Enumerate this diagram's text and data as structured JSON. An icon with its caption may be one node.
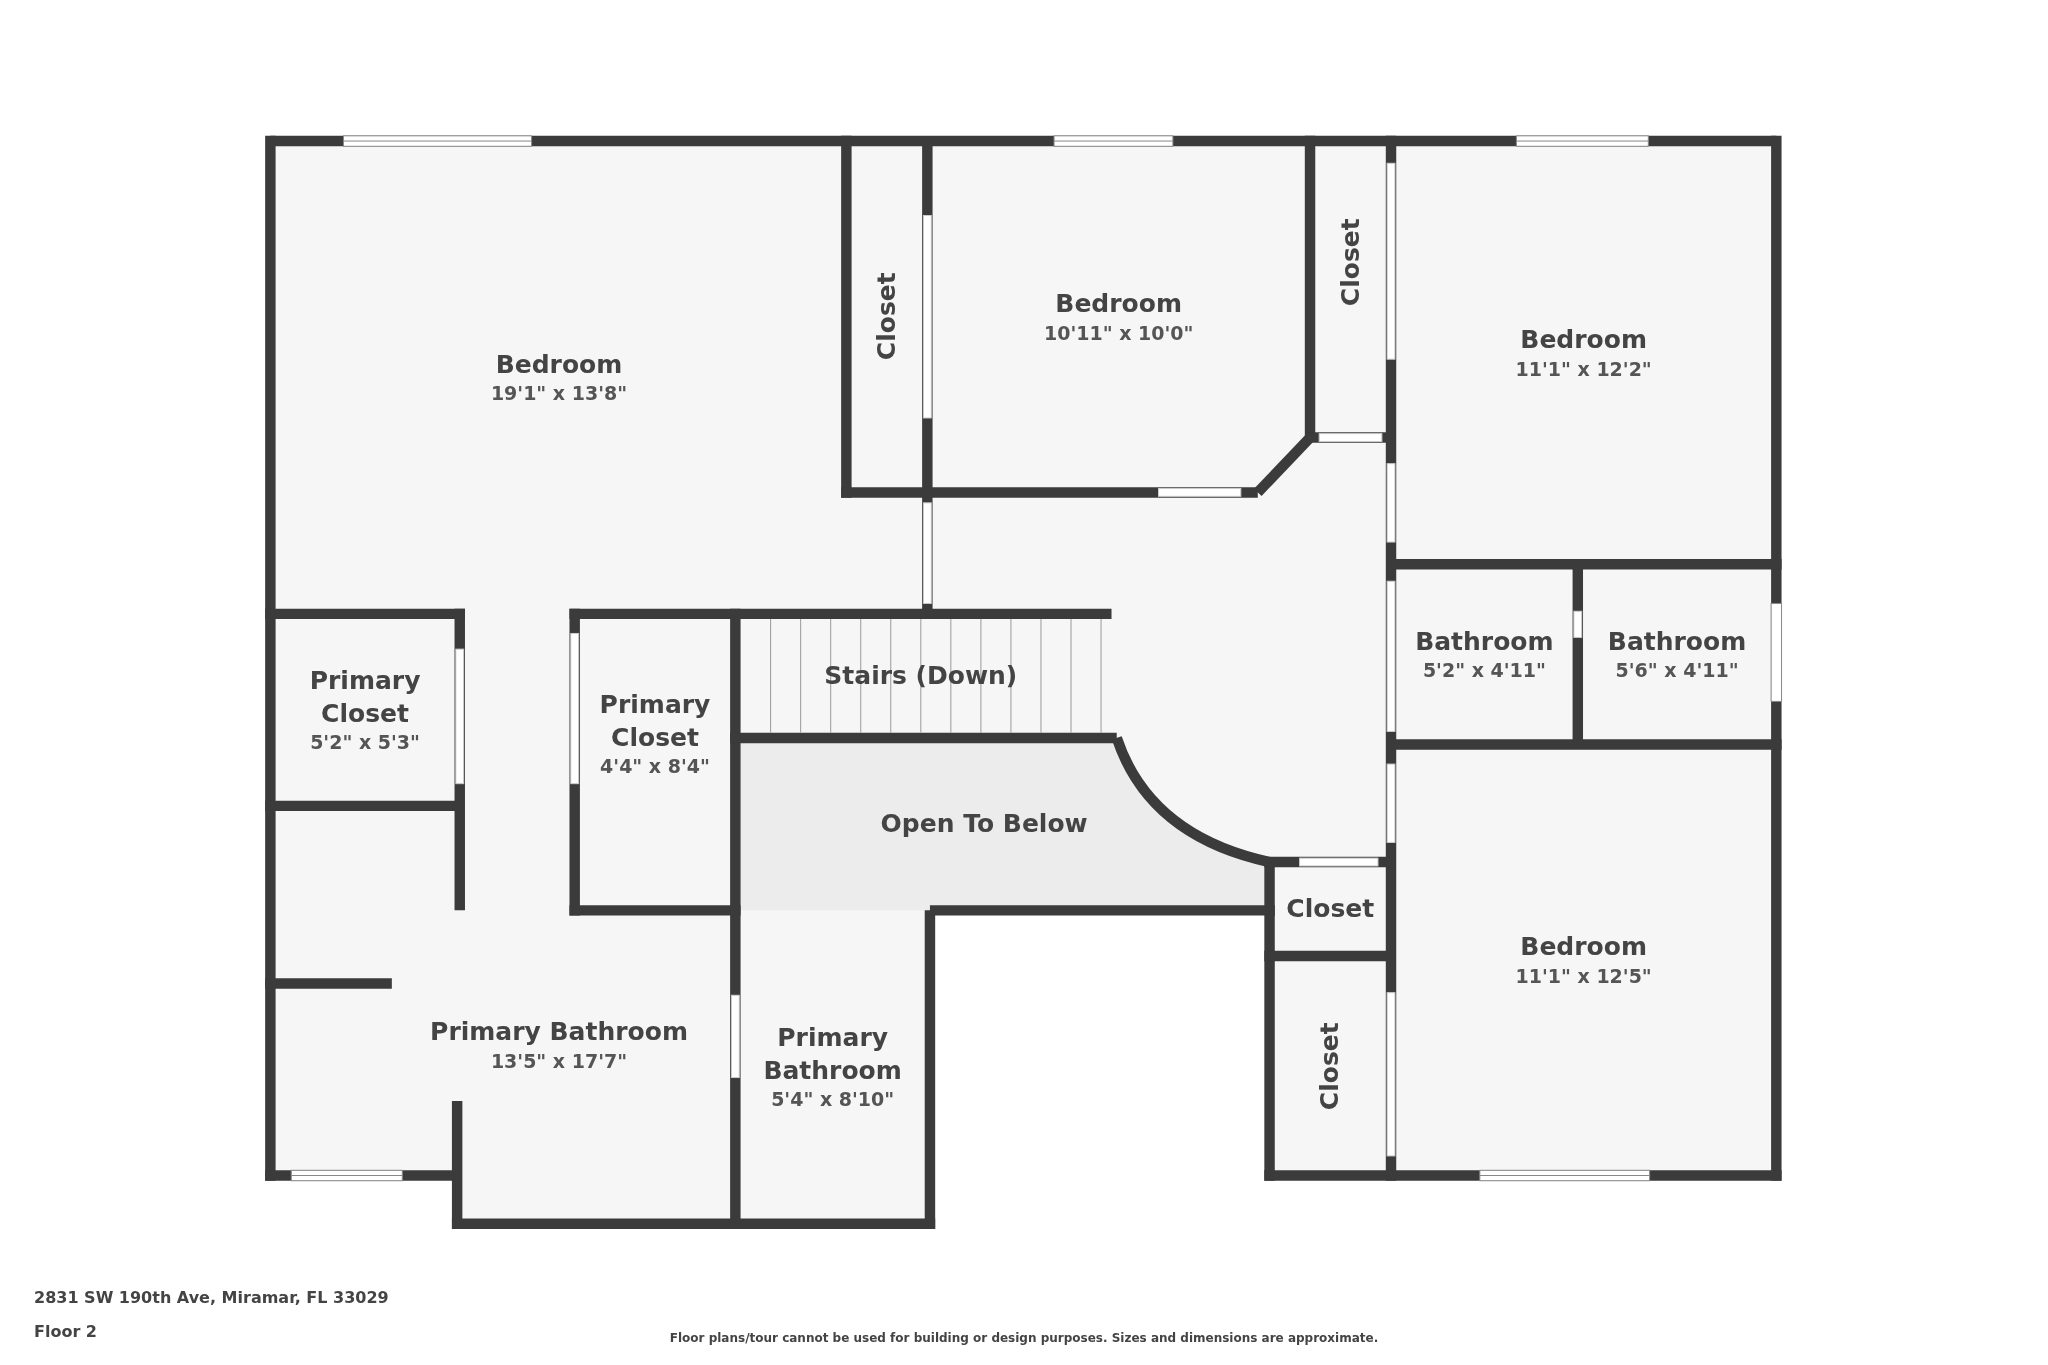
{
  "diagram": {
    "nodes": [
      {
        "text": [
          "Bedroom",
          "19'1\" x 13'8\""
        ]
      },
      {
        "text": [
          "Closet"
        ]
      },
      {
        "text": [
          "Bedroom",
          "10'11\" x 10'0\""
        ]
      },
      {
        "text": [
          "Closet"
        ]
      },
      {
        "text": [
          "Bedroom",
          "11'1\" x 12'2\""
        ]
      },
      {
        "text": [
          "Primary Closet",
          "5'2\" x 5'3\""
        ]
      },
      {
        "text": [
          "Primary Closet",
          "4'4\" x 8'4\""
        ]
      },
      {
        "text": [
          "Stairs (Down)"
        ]
      },
      {
        "text": [
          "Bathroom",
          "5'2\" x 4'11\""
        ]
      },
      {
        "text": [
          "Bathroom",
          "5'6\" x 4'11\""
        ]
      },
      {
        "text": [
          "Open To Below"
        ]
      },
      {
        "text": [
          "Primary Bathroom",
          "13'5\" x 17'7\""
        ]
      },
      {
        "text": [
          "Primary Bathroom",
          "5'4\" x 8'10\""
        ]
      },
      {
        "text": [
          "Closet"
        ]
      },
      {
        "text": [
          "Bedroom",
          "11'1\" x 12'5\""
        ]
      },
      {
        "text": [
          "Closet"
        ]
      }
    ],
    "labels": [
      "2831 SW 190th Ave, Miramar, FL 33029",
      "Floor 2",
      "Floor plans/tour cannot be used for building or design purposes. Sizes and dimensions are approximate."
    ]
  }
}
